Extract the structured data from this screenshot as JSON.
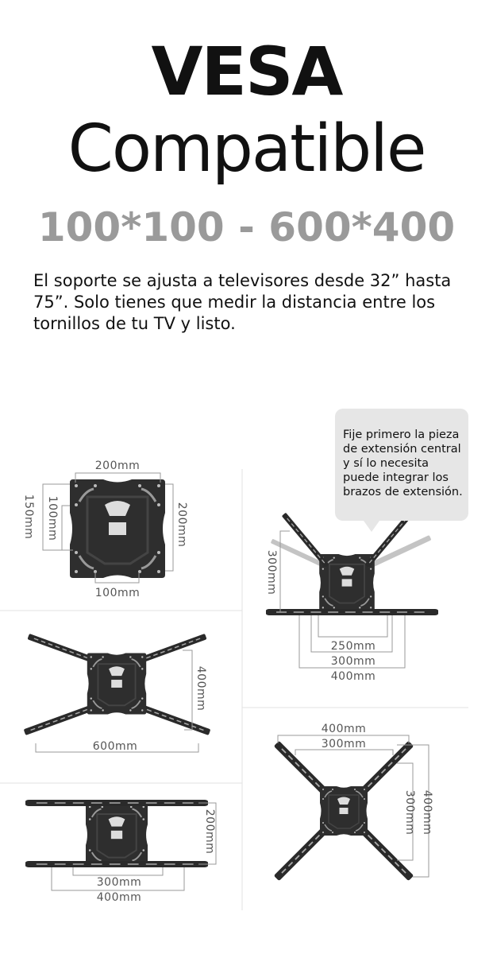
{
  "title_line1": "VESA",
  "title_line2": "Compatible",
  "vesa_range": "100*100 - 600*400",
  "description": "El soporte se ajusta a televisores desde 32” hasta 75”. Solo tienes que medir la distancia entre los tornillos de tu TV y listo.",
  "callout": "Fije primero la pieza de extensión central y sí lo necesita puede integrar los brazos de extensión.",
  "diagrams": {
    "plate": {
      "top": "200mm",
      "left_outer": "150mm",
      "left_inner": "100mm",
      "right": "200mm",
      "bottom": "100mm"
    },
    "extension": {
      "height": "300mm",
      "w1": "250mm",
      "w2": "300mm",
      "w3": "400mm"
    },
    "wide": {
      "height": "400mm",
      "width": "600mm"
    },
    "cross": {
      "top1": "400mm",
      "top2": "300mm",
      "right1": "300mm",
      "right2": "400mm"
    },
    "bars": {
      "height": "200mm",
      "w1": "300mm",
      "w2": "400mm"
    }
  }
}
